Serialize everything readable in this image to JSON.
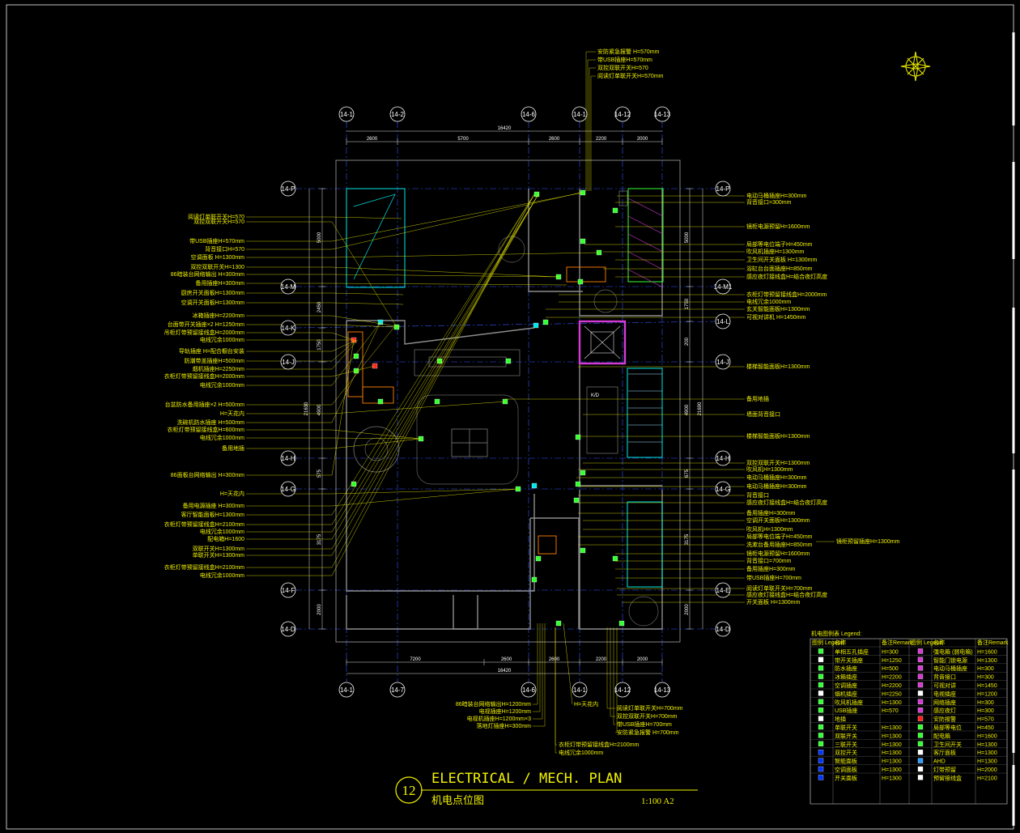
{
  "title": {
    "number": "12",
    "main": "ELECTRICAL / MECH. PLAN",
    "sub": "机电点位图",
    "scale": "1:100 A2"
  },
  "grid": {
    "top": [
      "14-1",
      "14-2",
      "14-6",
      "14-1",
      "14-12",
      "14-13"
    ],
    "bottom": [
      "14-1",
      "14-7",
      "14-6",
      "14-1",
      "14-12",
      "14-13"
    ],
    "left": [
      "14-P",
      "14-M",
      "14-K",
      "14-J",
      "14-H",
      "14-G",
      "14-F",
      "14-D"
    ],
    "right": [
      "14-P",
      "14-M1",
      "14-L",
      "14-J",
      "14-H",
      "14-G",
      "14-E",
      "14-D"
    ]
  },
  "dims": {
    "top_total": "16420",
    "top": [
      "2600",
      "5700",
      "2600",
      "2200",
      "2000"
    ],
    "bottom_total": "16420",
    "bottom": [
      "7200",
      "2600",
      "2600",
      "2200",
      "2000"
    ],
    "left": [
      "5000",
      "2450",
      "1750",
      "4900",
      "575",
      "3175",
      "2000"
    ],
    "right": [
      "5000",
      "1750",
      "200",
      "4900",
      "675",
      "3175",
      "2000"
    ],
    "left_total": "21630",
    "right_total": "21690"
  },
  "labels": {
    "top": [
      "安防紧急报警 H=570mm",
      "带USB插座H=570mm",
      "双控双联开关H=570",
      "阅读灯单联开关H=570mm"
    ],
    "left": [
      "阅读灯单联开关H=570",
      "双控双联开关H=570",
      "带USB插座H=570mm",
      "背音接口H=570",
      "空调面板 H=1300mm",
      "双控双联开关H=1300",
      "86暗装台网络输出 H=300mm",
      "备用插座H=300mm",
      "厨房开关面板H=1300mm",
      "空调开关面板H=1300mm",
      "冰箱插座H=2200mm",
      "台面带开关插座×2 H=1250mm",
      "吊柜灯带预留接线盒H=2000mm",
      "电线冗余1000mm",
      "导轨插座 H=配合橱台安装",
      "防潮带盖插座H=500mm",
      "烟机插座H=2250mm",
      "衣柜灯带预留接线盒H=2000mm",
      "电线冗余1000mm",
      "台盆防水备用插座×2 H=500mm",
      "H=天花内",
      "洗碗机防水插座 H=500mm",
      "衣柜灯带预留接线盒H=600mm",
      "电线冗余1000mm",
      "备用地插",
      "86面板台网络输出 H=300mm",
      "H=天花内",
      "备用电源插座 H=300mm",
      "客厅智能面板H=1300mm",
      "衣柜灯带预留接线盒H=2100mm",
      "电线冗余1000mm",
      "配电箱H=1600",
      "双联开关H=1300mm",
      "单联开关H=1300mm",
      "衣柜灯带预留接线盒H=2100mm",
      "电线冗余1000mm"
    ],
    "right": [
      "电动马桶插座H=300mm",
      "背音接口=300mm",
      "镜柜电源预留H=1600mm",
      "局部等电位端子H=450mm",
      "吹风机插座H=1300mm",
      "卫生间开关面板 H=1300mm",
      "浴缸台台面插座H=850mm",
      "感应夜灯接线盒H=结合夜灯高度",
      "衣柜灯带预留接线盒H=2000mm",
      "电线冗余1000mm",
      "玄关智能面板H=1300mm",
      "可视对讲机 H=1450mm",
      "楼梯智能面板H=1300mm",
      "备用地插",
      "墙面背音接口",
      "楼梯智能面板H=1300mm",
      "双控双联开关H=1300mm",
      "吹风机H=1300mm",
      "电动马桶插座H=300mm",
      "电动马桶插座H=300mm",
      "背音接口",
      "感应夜灯接线盒H=结合夜灯高度",
      "备用插座H=300mm",
      "空调开关面板H=1300mm",
      "吹风机H=1300mm",
      "局部等电位端子H=450mm",
      "洗漱台备用插座H=850mm",
      "镜柜电源预留H=1600mm",
      "背音接口=700mm",
      "备用插座H=300mm",
      "带USB插座H=700mm",
      "阅读灯单联开关H=700mm",
      "感应夜灯接线盒H=结合夜灯高度",
      "开关面板 H=1300mm"
    ],
    "right_extra": "镜柜预留插座H=1300mm",
    "bottom_left": [
      "86暗装台网络输出H=1200mm",
      "电视插座H=1200mm",
      "电视机插座H=1200mm×3",
      "落地灯插座H=300mm"
    ],
    "bottom_mid": "H=天花内",
    "bottom_right": [
      "阅读灯单联开关H=700mm",
      "双控双联开关H=700mm",
      "带USB插座H=700mm",
      "安防紧急报警 H=700mm"
    ],
    "bottom_center": [
      "衣柜灯带预留接线盒H=2100mm",
      "电线冗余1000mm"
    ],
    "room_tag": "K/D"
  },
  "legend": {
    "title": "机电图例表 Legend:",
    "headers": [
      "图例 Legend",
      "名称",
      "备注Remark",
      "图例 Legend",
      "名称",
      "备注Remark"
    ],
    "rows": [
      [
        "单相五孔插座",
        "H=300",
        "强电箱 (弱电箱)",
        "H=1600"
      ],
      [
        "带开关插座",
        "H=1250",
        "智能门锁电源",
        "H=1300"
      ],
      [
        "防水插座",
        "H=500",
        "电动马桶插座",
        "H=300"
      ],
      [
        "冰箱插座",
        "H=2200",
        "背音接口",
        "H=300"
      ],
      [
        "空调插座",
        "H=2200",
        "可视对讲",
        "H=1450"
      ],
      [
        "烟机插座",
        "H=2250",
        "电视插座",
        "H=1200"
      ],
      [
        "吹风机插座",
        "H=1300",
        "网络插座",
        "H=300"
      ],
      [
        "USB插座",
        "H=570",
        "感应夜灯",
        "H=300"
      ],
      [
        "地插",
        "",
        "安防报警",
        "H=570"
      ],
      [
        "单联开关",
        "H=1300",
        "局部等电位",
        "H=450"
      ],
      [
        "双联开关",
        "H=1300",
        "配电箱",
        "H=1600"
      ],
      [
        "三联开关",
        "H=1300",
        "卫生间开关",
        "H=1300"
      ],
      [
        "双控开关",
        "H=1300",
        "客厅面板",
        "H=1300"
      ],
      [
        "智能面板",
        "H=1300",
        "AHD",
        "H=1300"
      ],
      [
        "空调面板",
        "H=1300",
        "灯带预留",
        "H=2000"
      ],
      [
        "开关面板",
        "H=1300",
        "预留接线盒",
        "H=2100"
      ]
    ]
  },
  "colors": {
    "background": "#000000",
    "label": "#f2f200",
    "wall": "#8c8c8c",
    "grid_line": "#3355ff",
    "dim_line": "#ffffff",
    "cyan": "#00e6e6",
    "magenta": "#d43bd4",
    "green": "#33ff33",
    "orange": "#ff8000",
    "red": "#ff2020"
  }
}
